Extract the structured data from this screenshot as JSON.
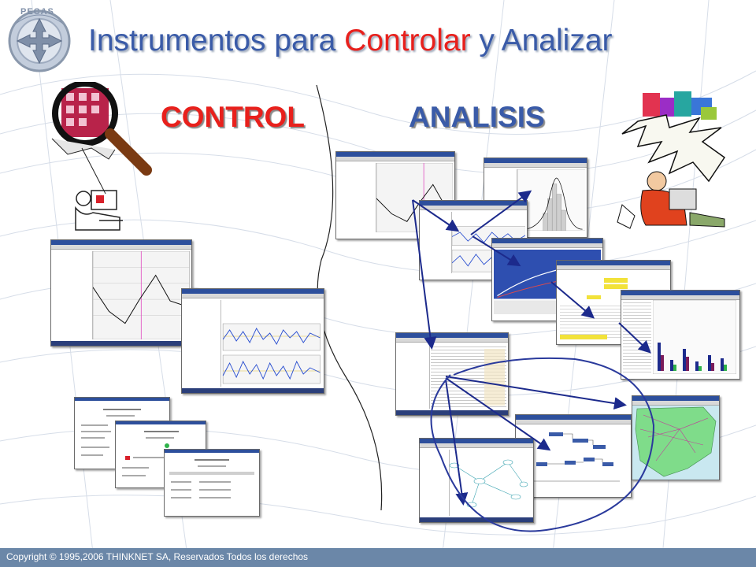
{
  "slide": {
    "title_part1": "Instrumentos para ",
    "title_part2": "Controlar",
    "title_part3": " y ",
    "title_part4": "Analizar",
    "section_control": "CONTROL",
    "section_analisis": "ANALISIS",
    "footer": "Copyright © 1995,2006 THINKNET SA, Reservados Todos los derechos",
    "logo_text": "PECAS"
  },
  "colors": {
    "accent_blue": "#3a5ba8",
    "accent_red": "#e8201c",
    "footer_bar": "#6b87a8",
    "arrow_navy": "#1c2a8c"
  }
}
